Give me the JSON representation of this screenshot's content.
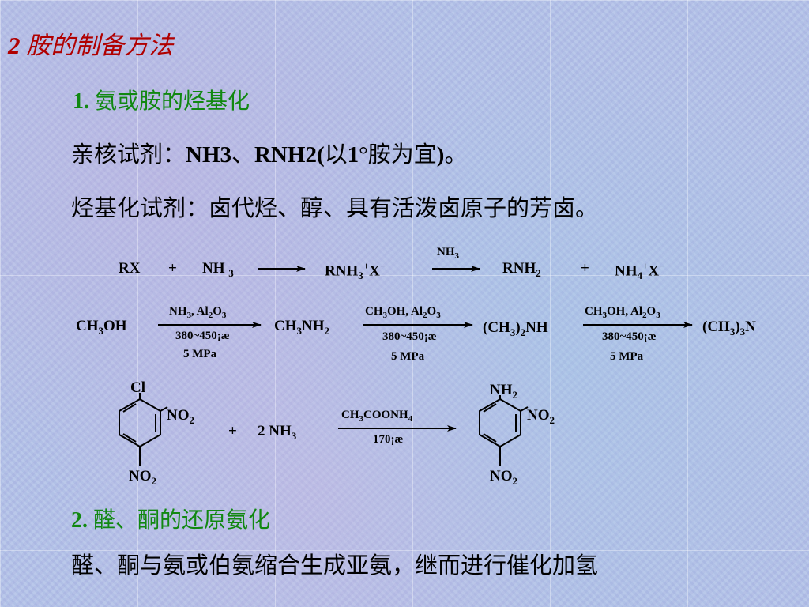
{
  "slide": {
    "title_num": "2",
    "title_text": " 胺的制备方法",
    "section1_num": "1.",
    "section1_text": " 氨或胺的烃基化",
    "line1_a": "亲核试剂：",
    "line1_b": "NH3",
    "line1_c": "、",
    "line1_d": "RNH2(",
    "line1_e": "以",
    "line1_f": "1",
    "line1_g": "°胺为宜",
    "line1_h": ")",
    "line1_i": "。",
    "line2": "烃基化试剂：卤代烃、醇、具有活泼卤原子的芳卤。",
    "section2_num": "2.",
    "section2_text": " 醛、酮的还原氨化",
    "line3": "醛、酮与氨或伯氨缩合生成亚氨，继而进行催化加氢"
  },
  "reactions": {
    "r1": {
      "rx": "RX",
      "plus1": "+",
      "nh3": "NH",
      "nh3_sub": "3",
      "rnh3": "RNH",
      "rnh3_sub": "3",
      "rnh3_sup": "+",
      "x1": "X",
      "x1_sup": "−",
      "arrow_nh3": "NH",
      "arrow_nh3_sub": "3",
      "rnh2": "RNH",
      "rnh2_sub": "2",
      "plus2": "+",
      "nh4": "NH",
      "nh4_sub": "4",
      "nh4_sup": "+",
      "x2": "X",
      "x2_sup": "−"
    },
    "r2": {
      "ch3oh_a": "CH",
      "ch3oh_sub": "3",
      "ch3oh_b": "OH",
      "cond1_a": "NH",
      "cond1_a_sub": "3",
      "cond1_b": ", Al",
      "cond1_b_sub": "2",
      "cond1_c": "O",
      "cond1_c_sub": "3",
      "temp": "380~450¡æ",
      "pressure": "5 MPa",
      "ch3nh2_a": "CH",
      "ch3nh2_sub1": "3",
      "ch3nh2_b": "NH",
      "ch3nh2_sub2": "2",
      "cond2_a": "CH",
      "cond2_a_sub": "3",
      "cond2_b": "OH, Al",
      "cond2_b_sub": "2",
      "cond2_c": "O",
      "cond2_c_sub": "3",
      "dma_a": "(CH",
      "dma_sub1": "3",
      "dma_b": ")",
      "dma_sub2": "2",
      "dma_c": "NH",
      "tma_a": "(CH",
      "tma_sub1": "3",
      "tma_b": ")",
      "tma_sub2": "3",
      "tma_c": "N"
    },
    "r3": {
      "cl": "Cl",
      "no2_a": "NO",
      "no2_sub": "2",
      "plus": "+",
      "two_nh3": "2 NH",
      "two_nh3_sub": "3",
      "cond_a": "CH",
      "cond_a_sub": "3",
      "cond_b": "COONH",
      "cond_b_sub": "4",
      "cond_temp": "170¡æ",
      "nh2": "NH",
      "nh2_sub": "2"
    }
  },
  "colors": {
    "title": "#b00000",
    "heading": "#118811",
    "text": "#000000"
  }
}
